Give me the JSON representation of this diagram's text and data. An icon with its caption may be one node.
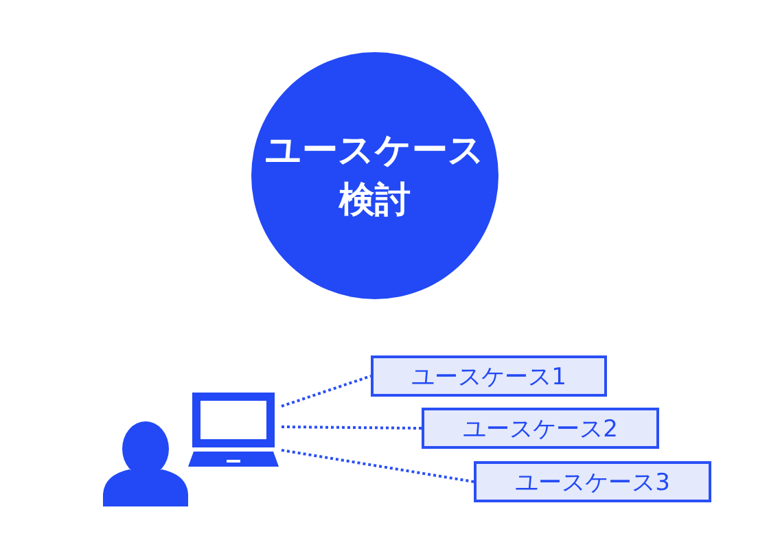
{
  "diagram": {
    "nodes": [
      {
        "text": [
          "ユースケース検討"
        ]
      },
      {
        "text": [],
        "shape": "picture"
      },
      {
        "text": [
          "ユースケース1"
        ]
      },
      {
        "text": [
          "ユースケース2"
        ]
      },
      {
        "text": [
          "ユースケース3"
        ]
      }
    ],
    "edges": [
      {
        "from": 1,
        "to": 2,
        "arrow": "none",
        "style": "dashed"
      },
      {
        "from": 1,
        "to": 3,
        "arrow": "none",
        "style": "dashed"
      },
      {
        "from": 1,
        "to": 4,
        "arrow": "none",
        "style": "dashed"
      }
    ]
  }
}
